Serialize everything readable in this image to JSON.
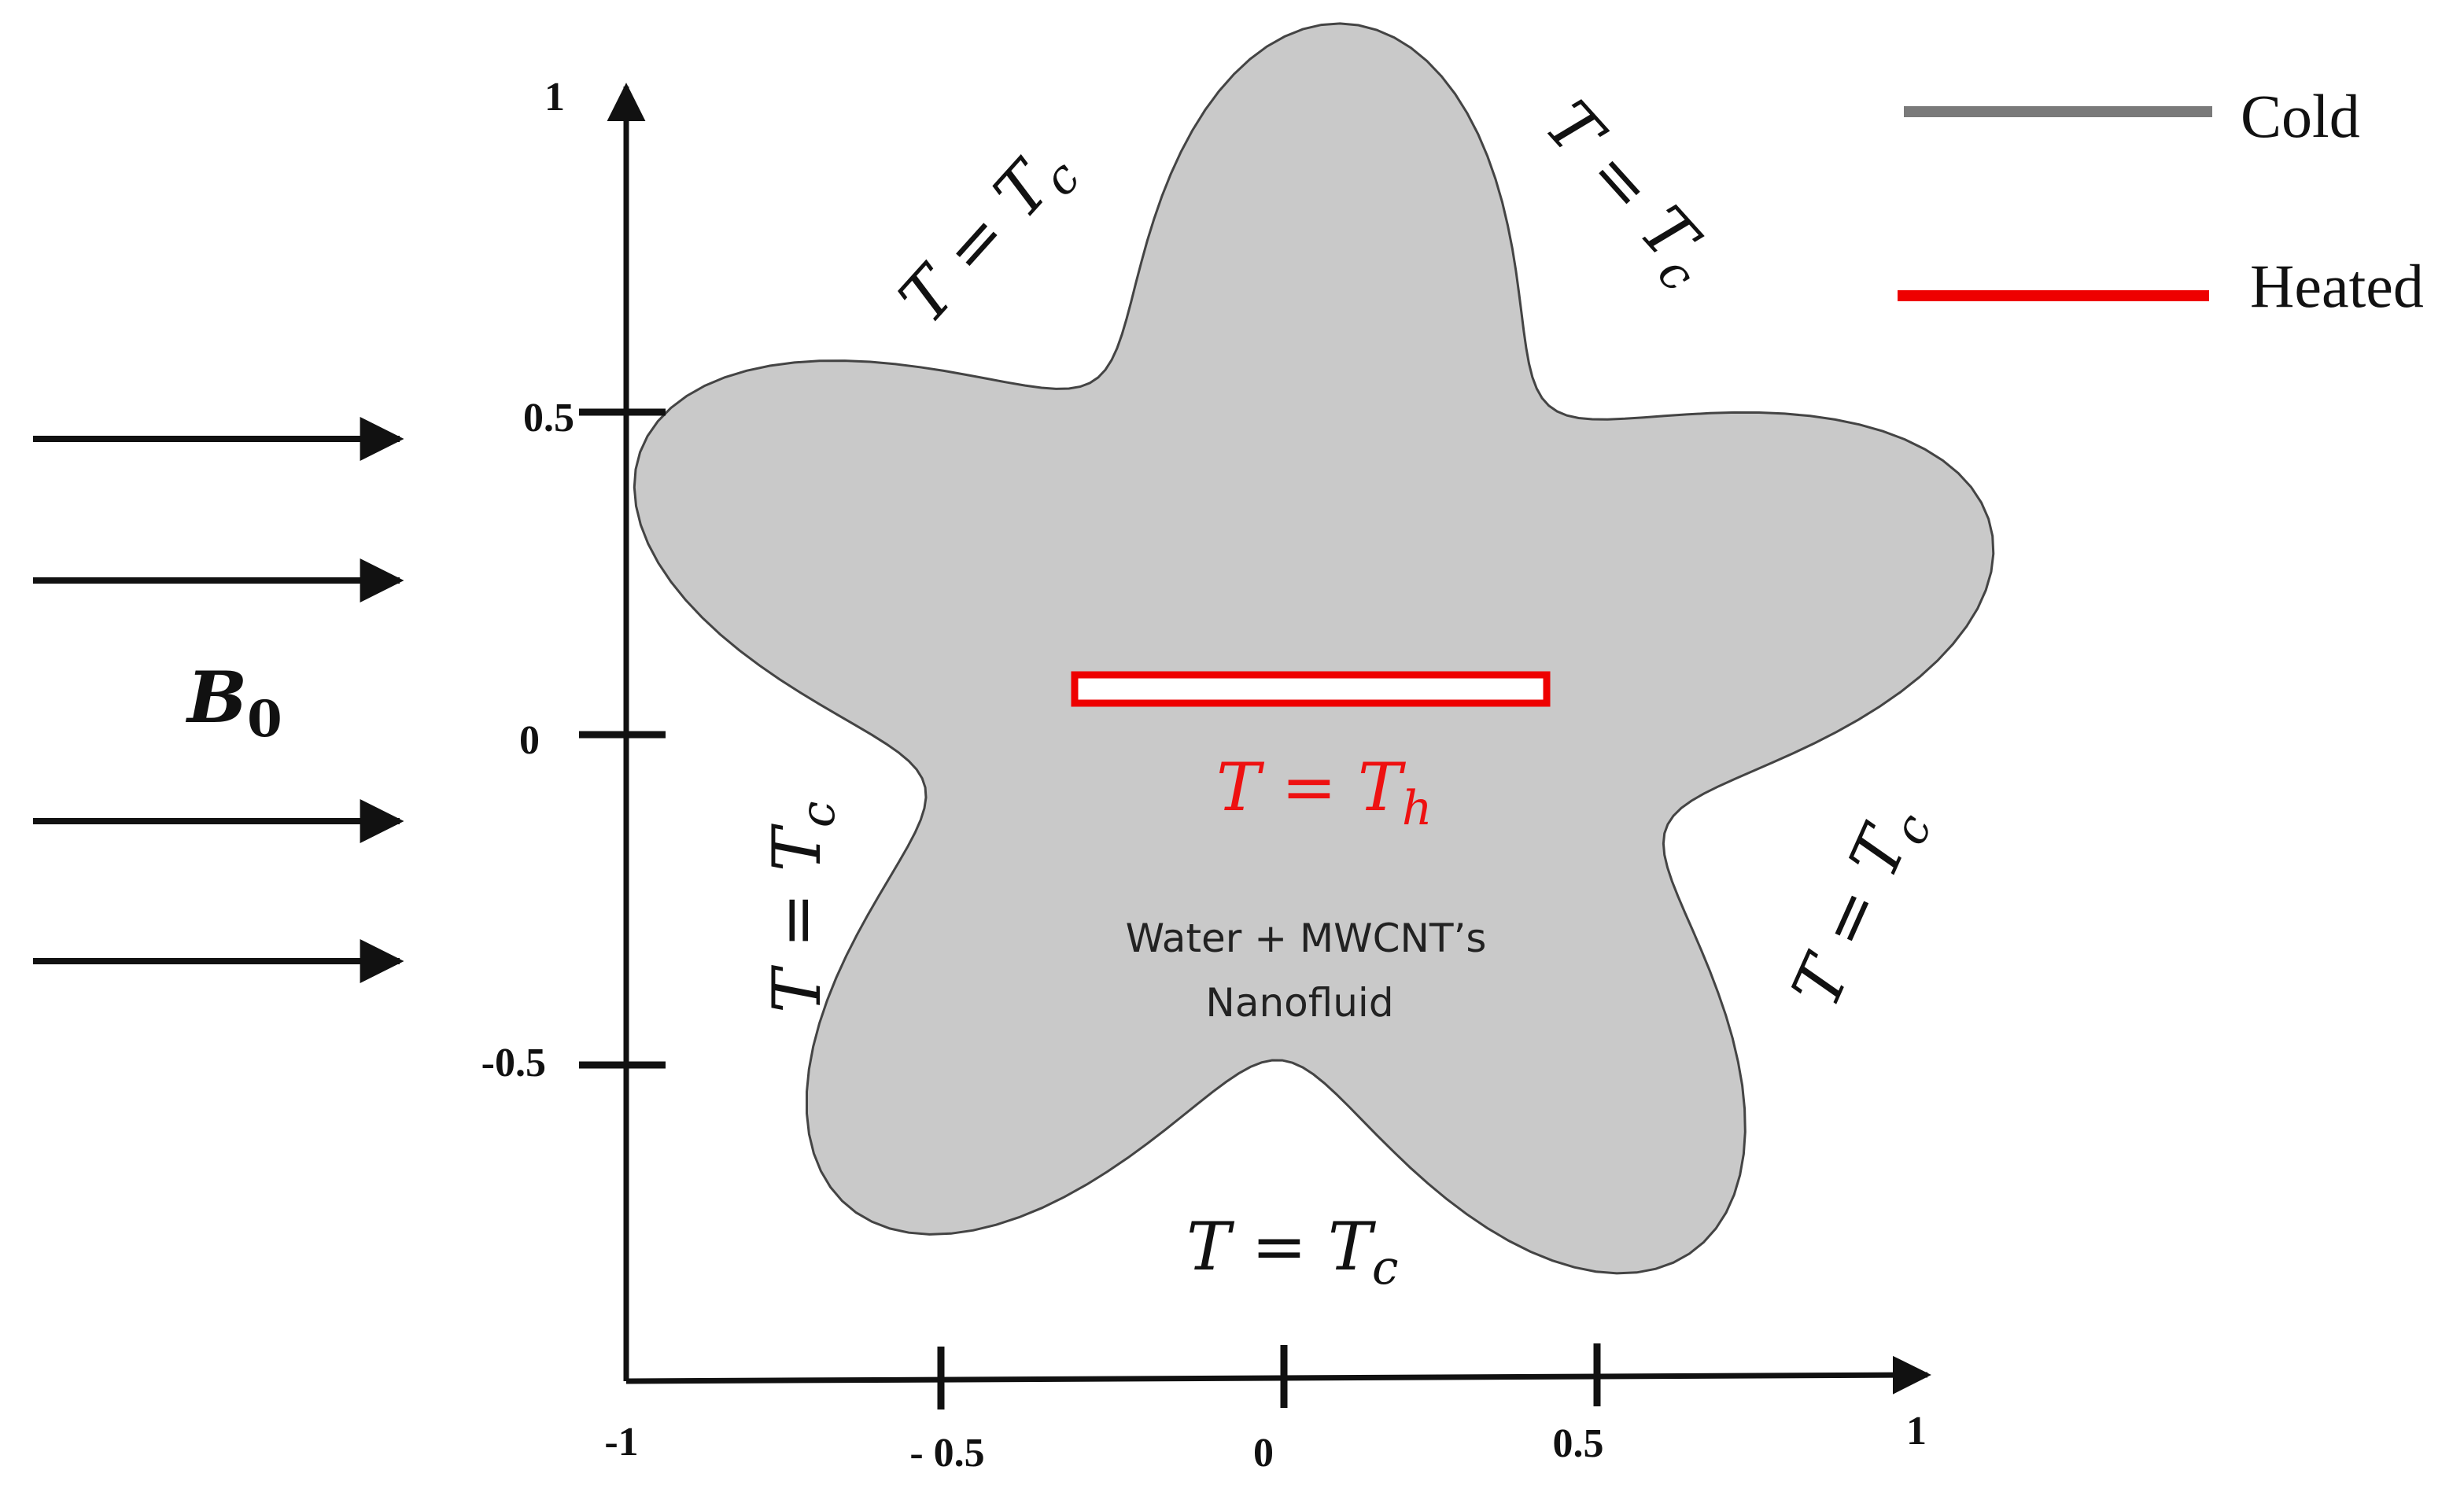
{
  "axes": {
    "x_tick_labels": [
      "-1",
      "- 0.5",
      "0",
      "0.5",
      "1"
    ],
    "y_tick_labels": [
      "1",
      "0.5",
      "0",
      "-0.5"
    ]
  },
  "magnetic_field": {
    "symbol": "B",
    "subscript": "0",
    "arrow_count": 4
  },
  "boundary_conditions": {
    "cold": {
      "lhs": "T = T",
      "sub": "c"
    },
    "hot": {
      "lhs": "T = T",
      "sub": "h"
    }
  },
  "fluid": {
    "line1": "Water + MWCNT’s",
    "line2": "Nanofluid"
  },
  "legend": {
    "items": [
      {
        "label": "Cold",
        "color": "#7a7a7a"
      },
      {
        "label": "Heated",
        "color": "#ee0000"
      }
    ]
  },
  "colors": {
    "fluid_fill": "#c9c9c9",
    "heater": "#ee0000",
    "axis": "#111111"
  }
}
